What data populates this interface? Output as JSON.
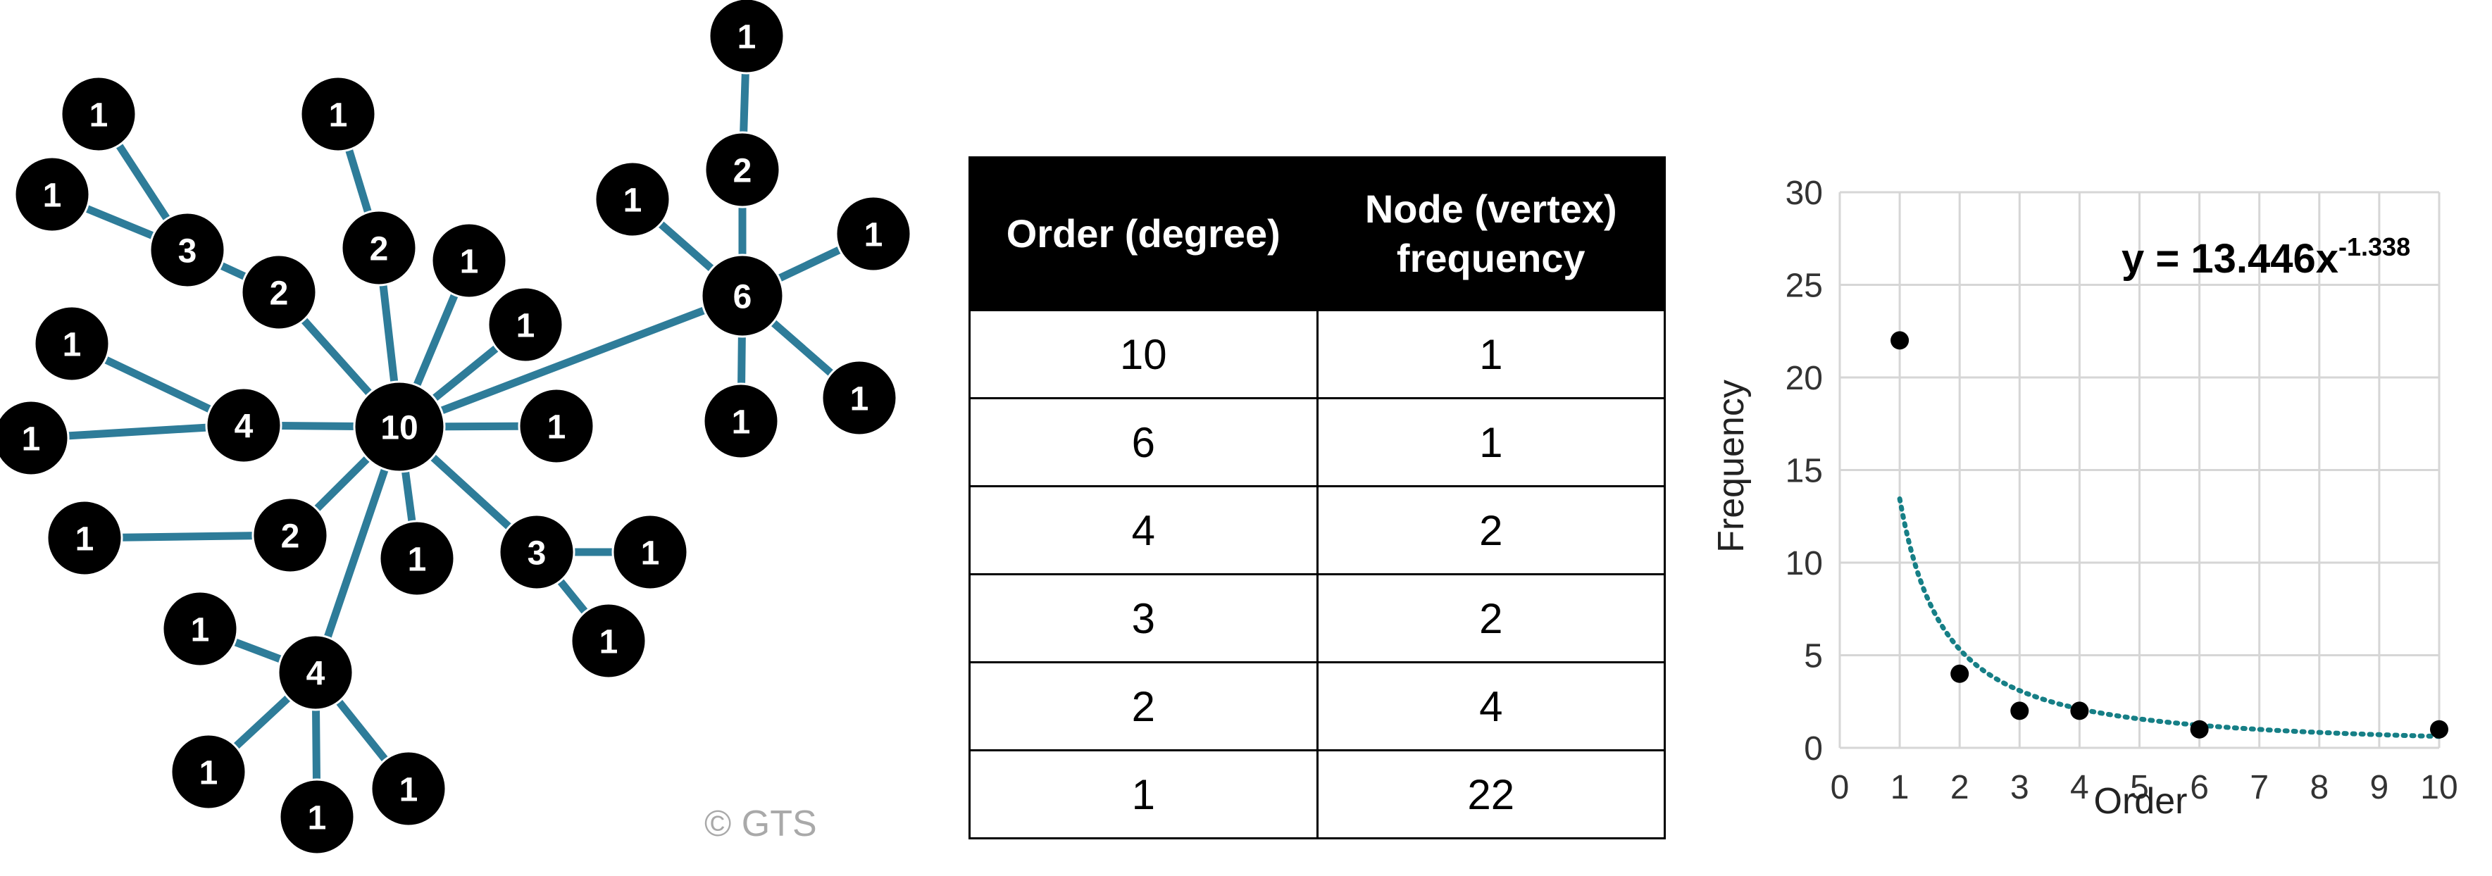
{
  "graph": {
    "node_labels": [
      "1",
      "1",
      "3",
      "2",
      "1",
      "2",
      "1",
      "1",
      "4",
      "10",
      "1",
      "1",
      "2",
      "1",
      "3",
      "1",
      "1",
      "4",
      "1",
      "1",
      "1",
      "1",
      "2",
      "1",
      "6",
      "1",
      "1",
      "1"
    ],
    "edge_color": "#2e7c99",
    "node_color": "#000000"
  },
  "copyright": "© GTS",
  "table": {
    "headers": [
      "Order (degree)",
      "Node (vertex) frequency"
    ],
    "rows": [
      [
        "10",
        "1"
      ],
      [
        "6",
        "1"
      ],
      [
        "4",
        "2"
      ],
      [
        "3",
        "2"
      ],
      [
        "2",
        "4"
      ],
      [
        "1",
        "22"
      ]
    ]
  },
  "chart_data": {
    "type": "scatter",
    "xlabel": "Order",
    "ylabel": "Frequency",
    "xlim": [
      0,
      10
    ],
    "ylim": [
      0,
      30
    ],
    "x_ticks": [
      "0",
      "1",
      "2",
      "3",
      "4",
      "5",
      "6",
      "7",
      "8",
      "9",
      "10"
    ],
    "y_ticks": [
      "0",
      "5",
      "10",
      "15",
      "20",
      "25",
      "30"
    ],
    "grid": true,
    "points": [
      {
        "x": 1,
        "y": 22
      },
      {
        "x": 2,
        "y": 4
      },
      {
        "x": 3,
        "y": 2
      },
      {
        "x": 4,
        "y": 2
      },
      {
        "x": 6,
        "y": 1
      },
      {
        "x": 10,
        "y": 1
      }
    ],
    "trendline": {
      "type": "power",
      "coefficient": 13.446,
      "exponent": -1.338,
      "color": "#167f86"
    },
    "equation_base": "y = 13.446x",
    "equation_exponent": "-1.338"
  }
}
